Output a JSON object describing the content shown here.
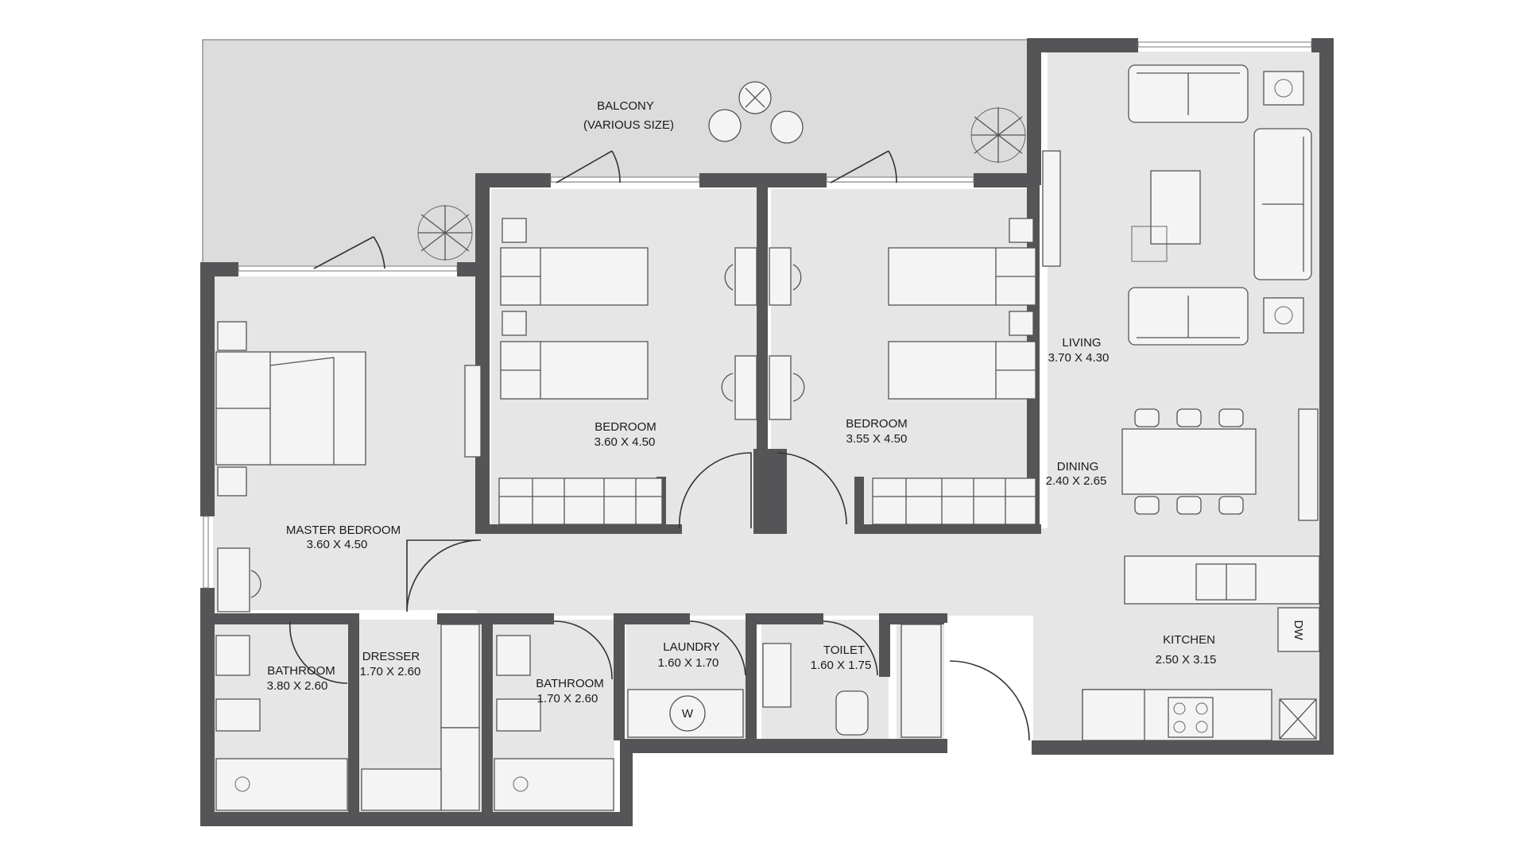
{
  "colors": {
    "wall": "#555557",
    "floor": "#e6e6e6",
    "balcony": "#dcdcdc",
    "furniture": "#f4f4f4"
  },
  "rooms": {
    "balcony": {
      "name": "BALCONY",
      "size": "(VARIOUS SIZE)"
    },
    "master_bedroom": {
      "name": "MASTER BEDROOM",
      "size": "3.60 X 4.50"
    },
    "bedroom_1": {
      "name": "BEDROOM",
      "size": "3.60 X 4.50"
    },
    "bedroom_2": {
      "name": "BEDROOM",
      "size": "3.55 X 4.50"
    },
    "living": {
      "name": "LIVING",
      "size": "3.70 X 4.30"
    },
    "dining": {
      "name": "DINING",
      "size": "2.40 X 2.65"
    },
    "kitchen": {
      "name": "KITCHEN",
      "size": "2.50 X 3.15"
    },
    "bathroom_master": {
      "name": "BATHROOM",
      "size": "3.80 X 2.60"
    },
    "dresser": {
      "name": "DRESSER",
      "size": "1.70 X 2.60"
    },
    "bathroom_2": {
      "name": "BATHROOM",
      "size": "1.70 X 2.60"
    },
    "laundry": {
      "name": "LAUNDRY",
      "size": "1.60 X 1.70"
    },
    "toilet": {
      "name": "TOILET",
      "size": "1.60 X 1.75"
    }
  },
  "appliances": {
    "dishwasher": "DW",
    "washer": "W"
  },
  "icons": [
    "plant-icon",
    "door-swing-icon",
    "bed-icon",
    "sofa-icon",
    "table-icon",
    "sink-icon",
    "toilet-icon",
    "stove-icon",
    "washer-icon",
    "lamp-icon"
  ]
}
